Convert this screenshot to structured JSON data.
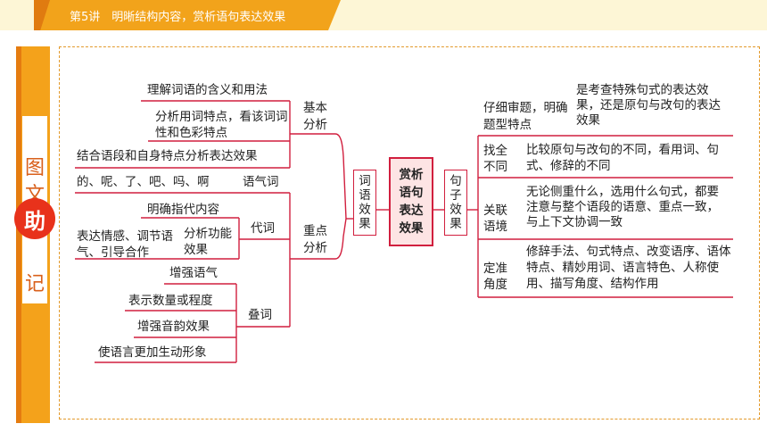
{
  "header": {
    "title": "第5讲　明晰结构内容，赏析语句表达效果"
  },
  "side_tab": {
    "chars": [
      "图",
      "文",
      "助",
      "记"
    ]
  },
  "center": {
    "label": "赏析语句表达效果"
  },
  "left_branch": {
    "label": "词语效果",
    "basic": {
      "label": "基本分析",
      "items": [
        "理解词语的含义和用法",
        "分析用词特点，看该词词性和色彩特点",
        "结合语段和自身特点分析表达效果"
      ]
    },
    "key": {
      "label": "重点分析",
      "particles": {
        "label": "语气词",
        "list": "的、呢、了、吧、吗、啊"
      },
      "pronouns": {
        "label": "代词",
        "items": [
          "明确指代内容",
          "分析功能效果"
        ],
        "sub_items": [
          "表达情感、调节语气、引导合作"
        ]
      },
      "reduplication": {
        "label": "叠词",
        "items": [
          "增强语气",
          "表示数量或程度",
          "增强音韵效果",
          "使语言更加生动形象"
        ]
      }
    }
  },
  "right_branch": {
    "label": "句子效果",
    "items": [
      {
        "label": "仔细审题，明确题型特点",
        "text": "是考查特殊句式的表达效果，还是原句与改句的表达效果"
      },
      {
        "label": "找全不同",
        "text": "比较原句与改句的不同，看用词、句式、修辞的不同"
      },
      {
        "label": "关联语境",
        "text": "无论侧重什么，选用什么句式，都要注意与整个语段的语意、重点一致，与上下文协调一致"
      },
      {
        "label": "定准角度",
        "text": "修辞手法、句式特点、改变语序、语体特点、精妙用词、语言特色、人称使用、描写角度、结构作用"
      }
    ]
  }
}
